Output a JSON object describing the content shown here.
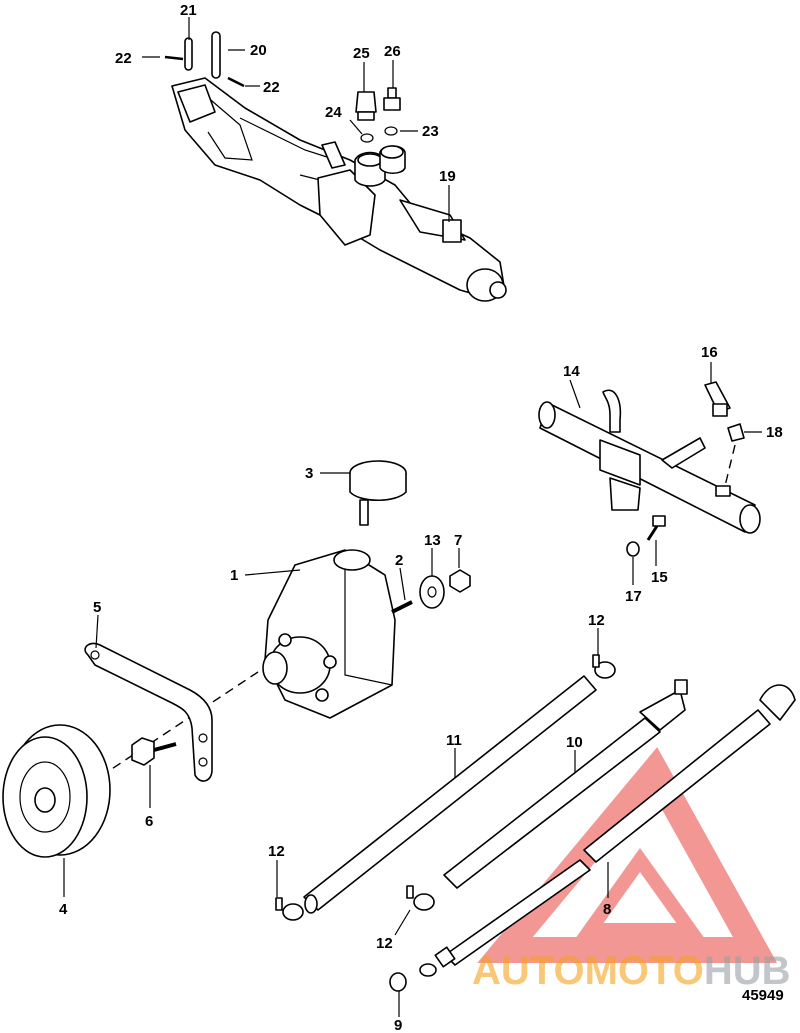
{
  "diagram": {
    "figure_number": "45949",
    "callouts": {
      "c1": "1",
      "c2": "2",
      "c3": "3",
      "c4": "4",
      "c5": "5",
      "c6": "6",
      "c7": "7",
      "c8": "8",
      "c9": "9",
      "c10": "10",
      "c11": "11",
      "c12a": "12",
      "c12b": "12",
      "c12c": "12",
      "c13": "13",
      "c14": "14",
      "c15": "15",
      "c16": "16",
      "c17": "17",
      "c18": "18",
      "c19": "19",
      "c20": "20",
      "c21": "21",
      "c22a": "22",
      "c22b": "22",
      "c23": "23",
      "c24": "24",
      "c25": "25",
      "c26": "26"
    }
  },
  "watermark": {
    "text_part1": "AUTOMOTO",
    "text_part2": "HUB",
    "color_primary": "#e8433c",
    "color_secondary": "#f4a21f",
    "color_tertiary": "#9aa0a6"
  }
}
